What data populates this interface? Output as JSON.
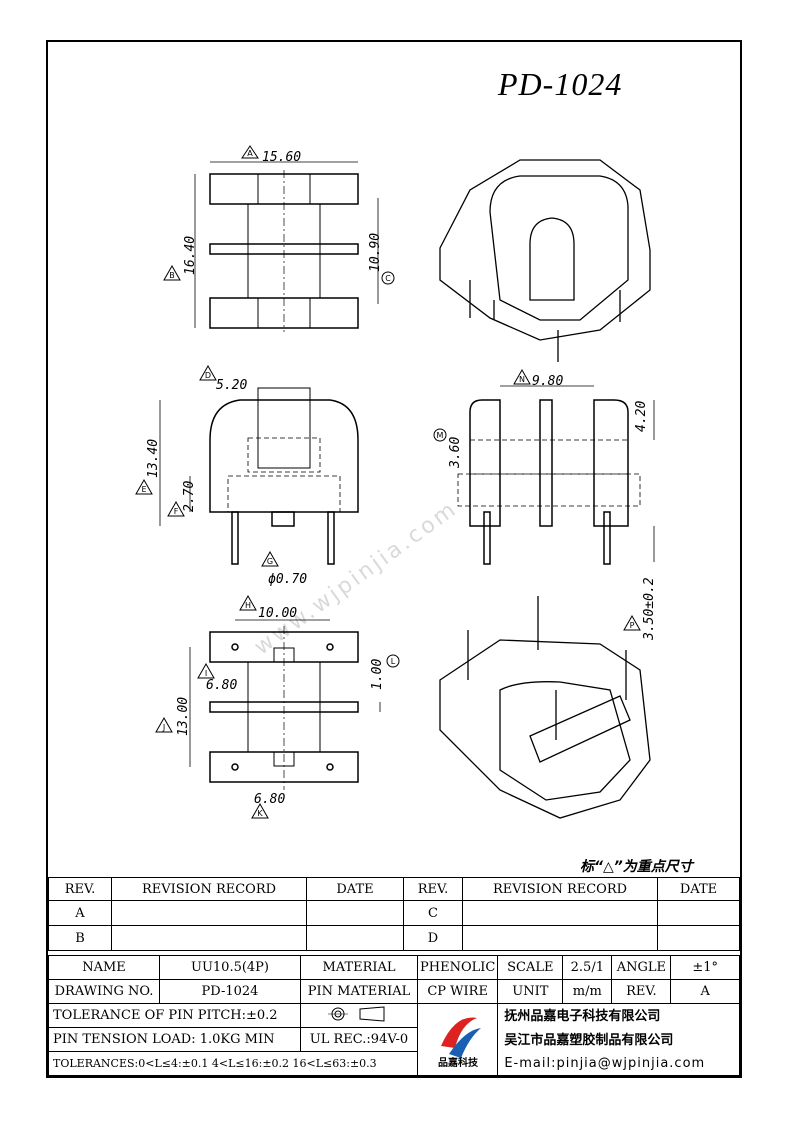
{
  "drawing_title": "PD-1024",
  "key_dims_note": "标“△”为重点尺寸",
  "watermark": "www.wjpinjia.com",
  "dimensions": {
    "top_width": "15.60",
    "top_height": "16.40",
    "top_inner": "10.90",
    "front_slot": "5.20",
    "front_height": "13.40",
    "front_step": "2.70",
    "pin_dia": "ϕ0.70",
    "side_width": "9.80",
    "side_flange": "4.20",
    "side_core": "3.60",
    "pin_length": "3.50±0.2",
    "bottom_pitch": "10.00",
    "bottom_inner": "6.80",
    "bottom_height": "13.00",
    "bottom_gap": "1.00",
    "bottom_inner2": "6.80"
  },
  "markers": {
    "A": "A",
    "B": "B",
    "C": "C",
    "D": "D",
    "E": "E",
    "F": "F",
    "G": "G",
    "H": "H",
    "I": "I",
    "J": "J",
    "K": "K",
    "L": "L",
    "M": "M",
    "N": "N",
    "P": "P"
  },
  "revision_table": {
    "headers": [
      "REV.",
      "REVISION RECORD",
      "DATE",
      "REV.",
      "REVISION RECORD",
      "DATE"
    ],
    "rows": [
      [
        "A",
        "",
        "",
        "C",
        "",
        ""
      ],
      [
        "B",
        "",
        "",
        "D",
        "",
        ""
      ]
    ]
  },
  "title_block": {
    "name_label": "NAME",
    "name_value": "UU10.5(4P)",
    "material_label": "MATERIAL",
    "material_value": "PHENOLIC",
    "scale_label": "SCALE",
    "scale_value": "2.5/1",
    "angle_label": "ANGLE",
    "angle_value": "±1°",
    "drawing_no_label": "DRAWING NO.",
    "drawing_no_value": "PD-1024",
    "pin_material_label": "PIN MATERIAL",
    "pin_material_value": "CP WIRE",
    "unit_label": "UNIT",
    "unit_value": "m/m",
    "rev_label": "REV.",
    "rev_value": "A",
    "tolerance_pitch": "TOLERANCE OF PIN PITCH:±0.2",
    "pin_tension": "PIN TENSION LOAD: 1.0KG  MIN",
    "ul_rec": "UL REC.:94V-0",
    "tolerances": "TOLERANCES:0<L≤4:±0.1 4<L≤16:±0.2 16<L≤63:±0.3",
    "company_1": "抚州品嘉电子科技有限公司",
    "company_2": "吴江市品嘉塑胶制品有限公司",
    "email": "E-mail:pinjia@wjpinjia.com",
    "logo_text": "品嘉科技"
  }
}
